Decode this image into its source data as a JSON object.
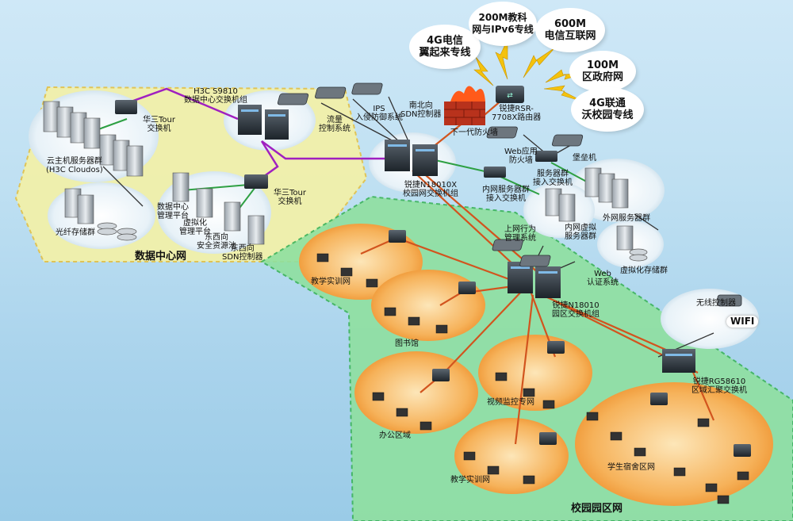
{
  "zones": {
    "datacenter": "数据中心网",
    "campus": "校园园区网"
  },
  "clouds": [
    {
      "id": "c1",
      "text": "4G电信\n翼起来专线"
    },
    {
      "id": "c2",
      "text": "200M教科\n网与IPv6专线"
    },
    {
      "id": "c3",
      "text": "600M\n电信互联网"
    },
    {
      "id": "c4",
      "text": "100M\n区政府网"
    },
    {
      "id": "c5",
      "text": "4G联通\n沃校园专线"
    }
  ],
  "labels": {
    "router": "锐捷RSR-\n7708X路由器",
    "firewall": "下一代防火墙",
    "core": "锐捷N18010X\n校园网交换机组",
    "dc_switch": "H3C S9810\n数据中心交换机组",
    "h3c_top": "华三Tour\n交换机",
    "h3c_mid": "华三Tour\n交换机",
    "cloud_servers": "云主机服务器群\n(H3C Cloudos)",
    "fc_storage": "光纤存储群",
    "dc_mgmt": "数据中心\n管理平台",
    "virt_mgmt": "虚拟化\n管理平台",
    "ew_security": "东西向\n安全资源池",
    "ew_sdn": "东西向\nSDN控制器",
    "flow_ctrl": "流量\n控制系统",
    "ips": "IPS\n入侵防御系统",
    "ns_sdn": "南北向\nSDN控制器",
    "web_fw": "Web应用\n防火墙",
    "bastion": "堡垒机",
    "srv_access": "服务器群\n接入交换机",
    "int_access": "内网服务器群\n接入交换机",
    "ext_servers": "外网服务器群",
    "int_virt": "内网虚拟\n服务器群",
    "virt_storage": "虚拟化存储群",
    "behavior": "上网行为\n管理系统",
    "auth": "Web\n认证系统",
    "campus_core": "锐捷N18010\n园区交换机组",
    "wireless": "无线控制器",
    "wifi": "WIFI",
    "area_agg": "锐捷RG58610\n区域汇聚交换机",
    "teach1": "教学实训网",
    "library": "图书馆",
    "office": "办公区域",
    "video": "视频监控专网",
    "teach2": "教学实训网",
    "dorm": "学生宿舍区网"
  },
  "colors": {
    "purple_link": "#a020c0",
    "orange_link": "#d2541e",
    "green_link": "#2ea043",
    "dark_link": "#333333",
    "dc_zone": "#f3f1a8",
    "campus_zone": "#8fe0a0"
  }
}
